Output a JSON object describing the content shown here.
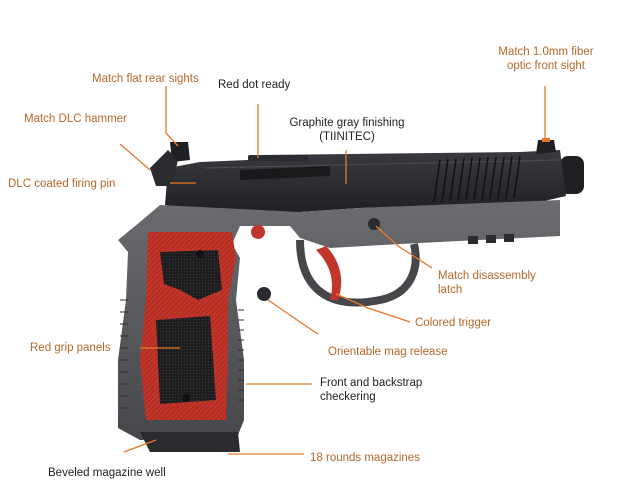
{
  "colors": {
    "accent": "#e8762b",
    "label_orange": "#b4682a",
    "label_dark": "#222222",
    "grip_red": "#c2352b",
    "frame_gray": "#5b5d60",
    "slide_black": "#2a2b2e"
  },
  "callouts": [
    {
      "id": "rear-sights",
      "text": "Match flat rear sights",
      "style": "orange"
    },
    {
      "id": "red-dot",
      "text": "Red dot ready",
      "style": "dark"
    },
    {
      "id": "front-sight",
      "lines": [
        "Match 1.0mm fiber",
        "optic front sight"
      ],
      "style": "orange"
    },
    {
      "id": "hammer",
      "text": "Match DLC hammer",
      "style": "orange"
    },
    {
      "id": "graphite",
      "lines": [
        "Graphite gray finishing",
        "(TIINITEC)"
      ],
      "style": "dark"
    },
    {
      "id": "firing-pin",
      "text": "DLC coated firing pin",
      "style": "orange"
    },
    {
      "id": "disassembly",
      "lines": [
        "Match disassembly",
        "latch"
      ],
      "style": "orange"
    },
    {
      "id": "trigger",
      "text": "Colored trigger",
      "style": "orange"
    },
    {
      "id": "grip",
      "text": "Red grip panels",
      "style": "orange"
    },
    {
      "id": "mag-release",
      "text": "Orientable mag release",
      "style": "orange"
    },
    {
      "id": "checkering",
      "lines": [
        "Front and backstrap",
        "checkering"
      ],
      "style": "dark"
    },
    {
      "id": "mag-well",
      "text": "Beveled magazine well",
      "style": "dark"
    },
    {
      "id": "magazines",
      "text": "18 rounds magazines",
      "style": "orange"
    }
  ]
}
